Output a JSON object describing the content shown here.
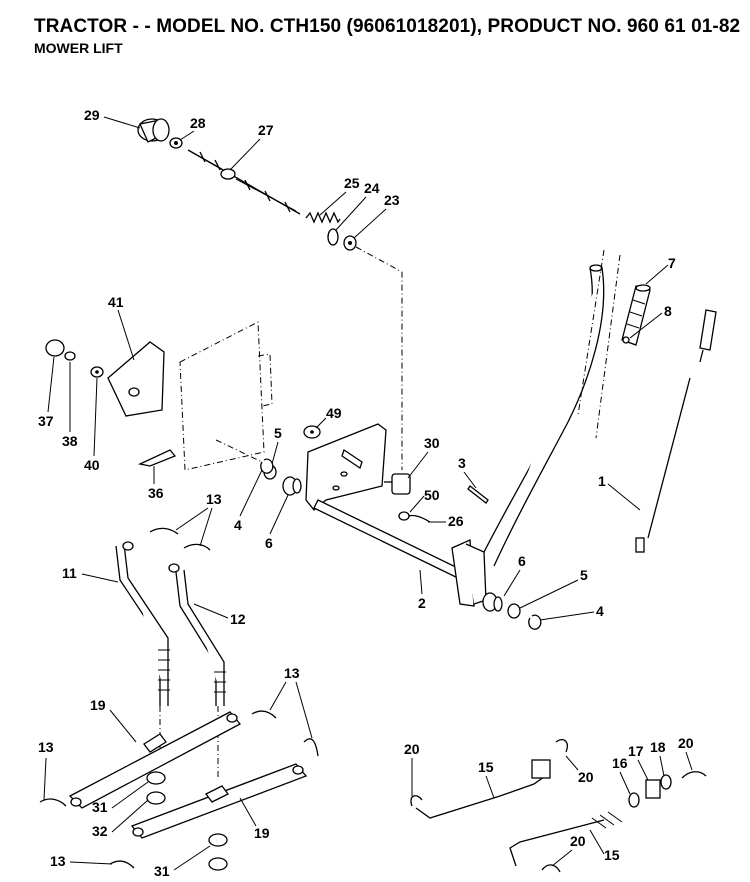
{
  "header": {
    "title": "TRACTOR - - MODEL NO. CTH150 (96061018201), PRODUCT NO. 960 61 01-82",
    "subtitle": "MOWER LIFT"
  },
  "callouts": {
    "c29": "29",
    "c28": "28",
    "c27": "27",
    "c25": "25",
    "c24": "24",
    "c23": "23",
    "c7": "7",
    "c8": "8",
    "c41": "41",
    "c37": "37",
    "c38": "38",
    "c40": "40",
    "c49": "49",
    "c5a": "5",
    "c30": "30",
    "c3": "3",
    "c1": "1",
    "c36": "36",
    "c4a": "4",
    "c6a": "6",
    "c50": "50",
    "c26": "26",
    "c13a": "13",
    "c11": "11",
    "c12": "12",
    "c2": "2",
    "c6b": "6",
    "c5b": "5",
    "c4b": "4",
    "c13b": "13",
    "c19a": "19",
    "c13c": "13",
    "c31a": "31",
    "c32": "32",
    "c19b": "19",
    "c13d": "13",
    "c31b": "31",
    "c20a": "20",
    "c15a": "15",
    "c20b": "20",
    "c17": "17",
    "c18": "18",
    "c20c": "20",
    "c16": "16",
    "c20d": "20",
    "c15b": "15"
  }
}
